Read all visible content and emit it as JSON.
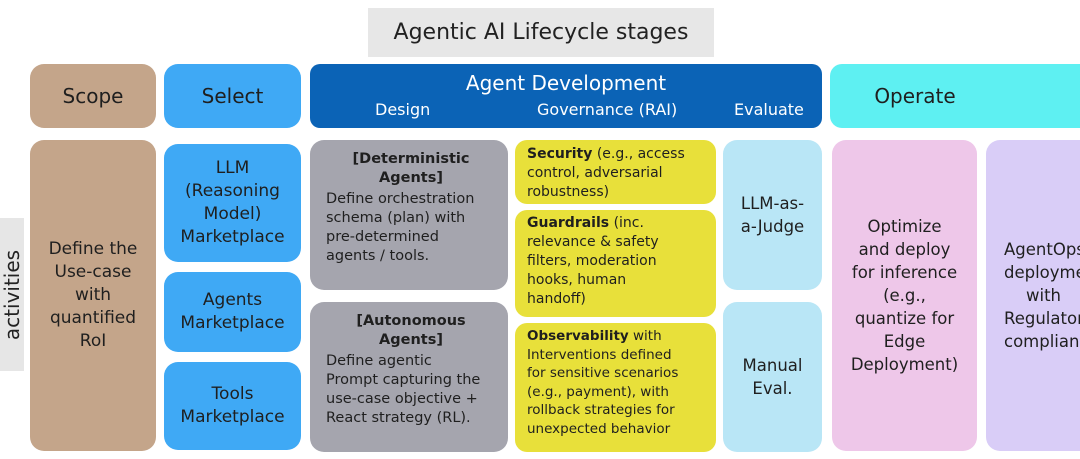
{
  "title": "Agentic AI Lifecycle stages",
  "side_label": "activities",
  "headers": {
    "scope": "Scope",
    "select": "Select",
    "agent_development": "Agent Development",
    "design": "Design",
    "governance": "Governance (RAI)",
    "evaluate": "Evaluate",
    "operate": "Operate"
  },
  "scope": {
    "lines": [
      "Define the",
      "Use-case",
      "with",
      "quantified",
      "RoI"
    ]
  },
  "select": {
    "llm": [
      "LLM",
      "(Reasoning",
      "Model)",
      "Marketplace"
    ],
    "agents": [
      "Agents",
      "Marketplace"
    ],
    "tools": [
      "Tools",
      "Marketplace"
    ]
  },
  "design": {
    "deterministic": {
      "title": [
        "[Deterministic",
        "Agents]"
      ],
      "desc": [
        "Define orchestration",
        "schema (plan) with",
        "pre-determined",
        "agents / tools."
      ]
    },
    "autonomous": {
      "title": [
        "[Autonomous",
        "Agents]"
      ],
      "desc": [
        "Define agentic",
        "Prompt capturing the",
        "use-case objective +",
        "React strategy (RL)."
      ]
    }
  },
  "governance": {
    "security": {
      "label": "Security",
      "l1": " (e.g., access",
      "l2": "control, adversarial",
      "l3": "robustness)"
    },
    "guardrails": {
      "label": "Guardrails",
      "l1": " (inc.",
      "l2": "relevance & safety",
      "l3": "filters, moderation",
      "l4": "hooks, human",
      "l5": "handoff)"
    },
    "observability": {
      "label": "Observability",
      "l1": " with",
      "l2": "Interventions defined",
      "l3": "for sensitive scenarios",
      "l4": "(e.g., payment), with",
      "l5": "rollback strategies for",
      "l6": "unexpected behavior"
    }
  },
  "evaluate": {
    "llm_judge": [
      "LLM-as-",
      "a-Judge"
    ],
    "manual": [
      "Manual",
      "Eval."
    ]
  },
  "operate": {
    "optimize": [
      "Optimize",
      "and deploy",
      "for inference",
      "(e.g.,",
      "quantize for",
      "Edge",
      "Deployment)"
    ],
    "agentops": [
      "AgentOps",
      "deployment",
      "with",
      "Regulatory",
      "compliance"
    ]
  },
  "colors": {
    "scope": "#c4a58a",
    "select": "#3fa9f5",
    "agent_development": "#0b63b6",
    "design": "#a5a5ae",
    "governance": "#e8e03a",
    "evaluate": "#b9e6f6",
    "operate_header": "#5ef0f2",
    "optimize": "#eec7e9",
    "agentops": "#d9cdf7"
  }
}
